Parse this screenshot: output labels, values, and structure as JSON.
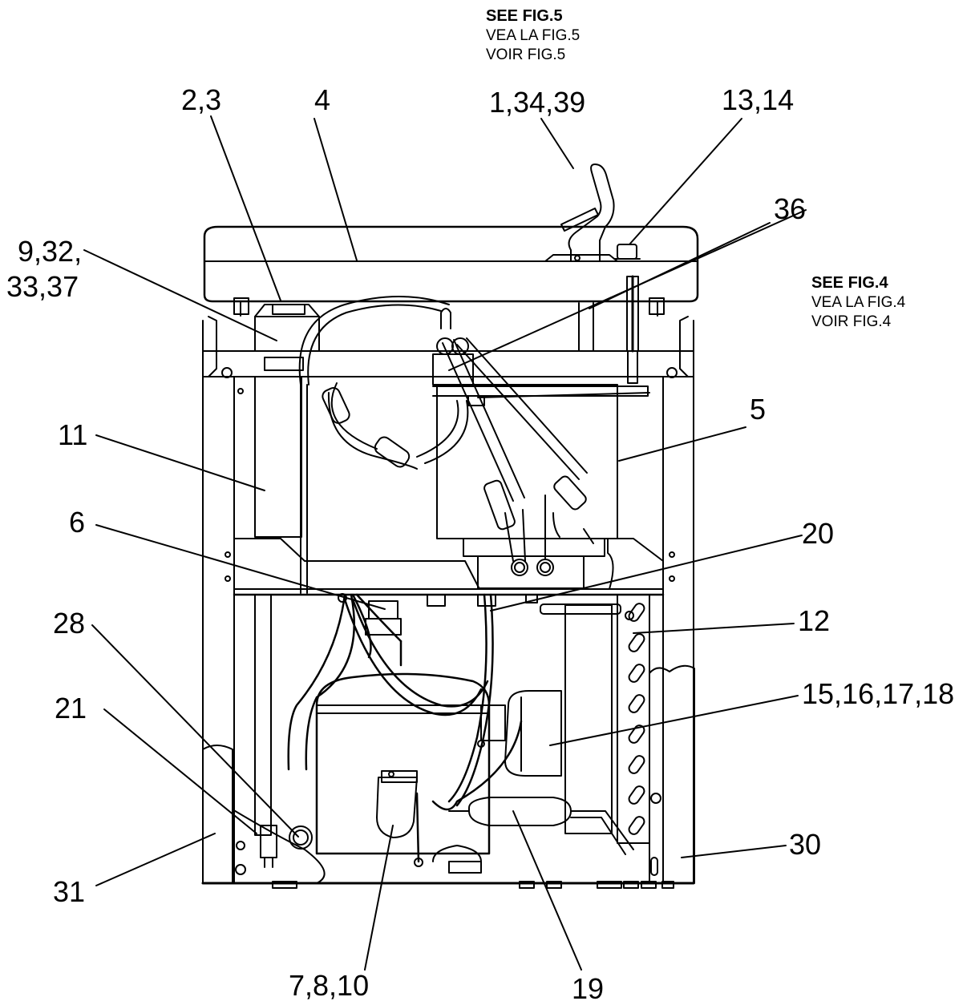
{
  "callouts": {
    "c_2_3": "2,3",
    "c_4": "4",
    "c_1_34_39": "1,34,39",
    "c_13_14": "13,14",
    "c_36": "36",
    "c_9_32": "9,32,",
    "c_33_37": "33,37",
    "c_11": "11",
    "c_5": "5",
    "c_6": "6",
    "c_20": "20",
    "c_28": "28",
    "c_12": "12",
    "c_15_18": "15,16,17,18",
    "c_21": "21",
    "c_30": "30",
    "c_31": "31",
    "c_7_8_10": "7,8,10",
    "c_19": "19"
  },
  "fig5_ref": {
    "see": "SEE FIG.5",
    "vea": "VEA LA FIG.5",
    "voir": "VOIR FIG.5"
  },
  "fig4_ref": {
    "see": "SEE FIG.4",
    "vea": "VEA LA FIG.4",
    "voir": "VOIR FIG.4"
  }
}
